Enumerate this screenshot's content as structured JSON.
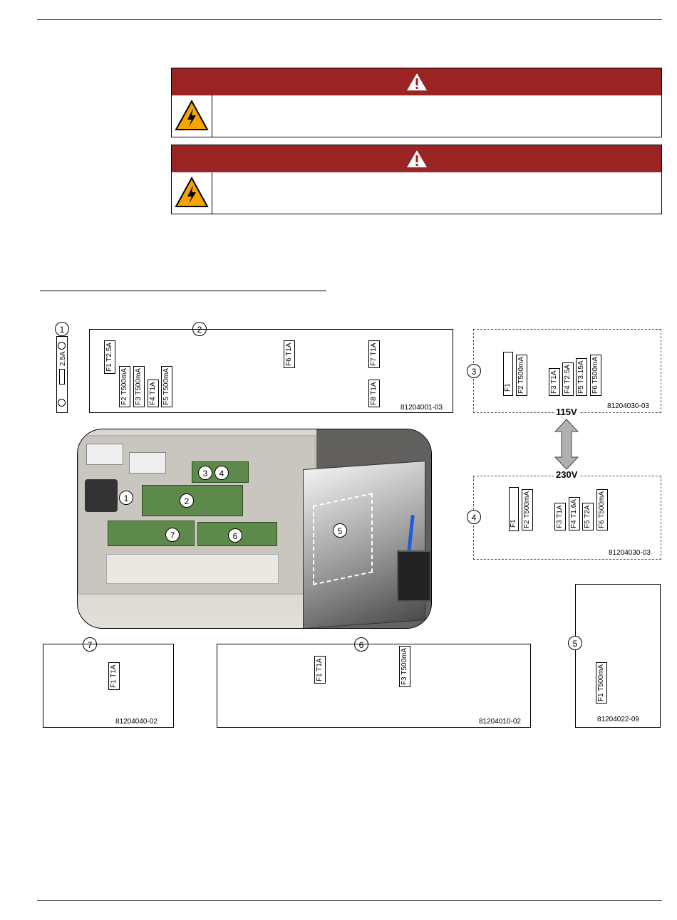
{
  "warnings": [
    {
      "header_icon": "warning-triangle-icon",
      "body_icon": "electrical-hazard-icon"
    },
    {
      "header_icon": "warning-triangle-icon",
      "body_icon": "electrical-hazard-icon"
    }
  ],
  "callouts": {
    "c1": "1",
    "c2": "2",
    "c3": "3",
    "c4": "4",
    "c5": "5",
    "c6": "6",
    "c7": "7"
  },
  "board1": {
    "fuse": "2.5A"
  },
  "board2": {
    "fuses": [
      "F1 T2.5A",
      "F2 T500mA",
      "F3 T500mA",
      "F4 T1A",
      "F5 T500mA",
      "F6 T1A",
      "F7 T1A",
      "F8 T1A"
    ],
    "part_number": "81204001-03"
  },
  "board3": {
    "fuses": [
      "F1",
      "F2 T500mA",
      "F3 T1A",
      "F4 T2.5A",
      "F5 T3.15A",
      "F6 T500mA"
    ],
    "part_number": "81204030-03"
  },
  "voltage_top": "115V",
  "voltage_bottom": "230V",
  "board4": {
    "fuses": [
      "F1",
      "F2 T500mA",
      "F3 T1A",
      "F4 T1.6A",
      "F5 T2A",
      "F6 T500mA"
    ],
    "part_number": "81204030-03"
  },
  "board5": {
    "fuses": [
      "F1 T500mA"
    ],
    "part_number": "81204022-09"
  },
  "board6": {
    "fuses": [
      "F1 T1A",
      "F3 T500mA"
    ],
    "part_number": "81204010-02"
  },
  "board7": {
    "fuses": [
      "F1 T1A"
    ],
    "part_number": "81204040-02"
  },
  "photo": {
    "callouts": [
      "1",
      "2",
      "3",
      "4",
      "5",
      "6",
      "7"
    ]
  }
}
